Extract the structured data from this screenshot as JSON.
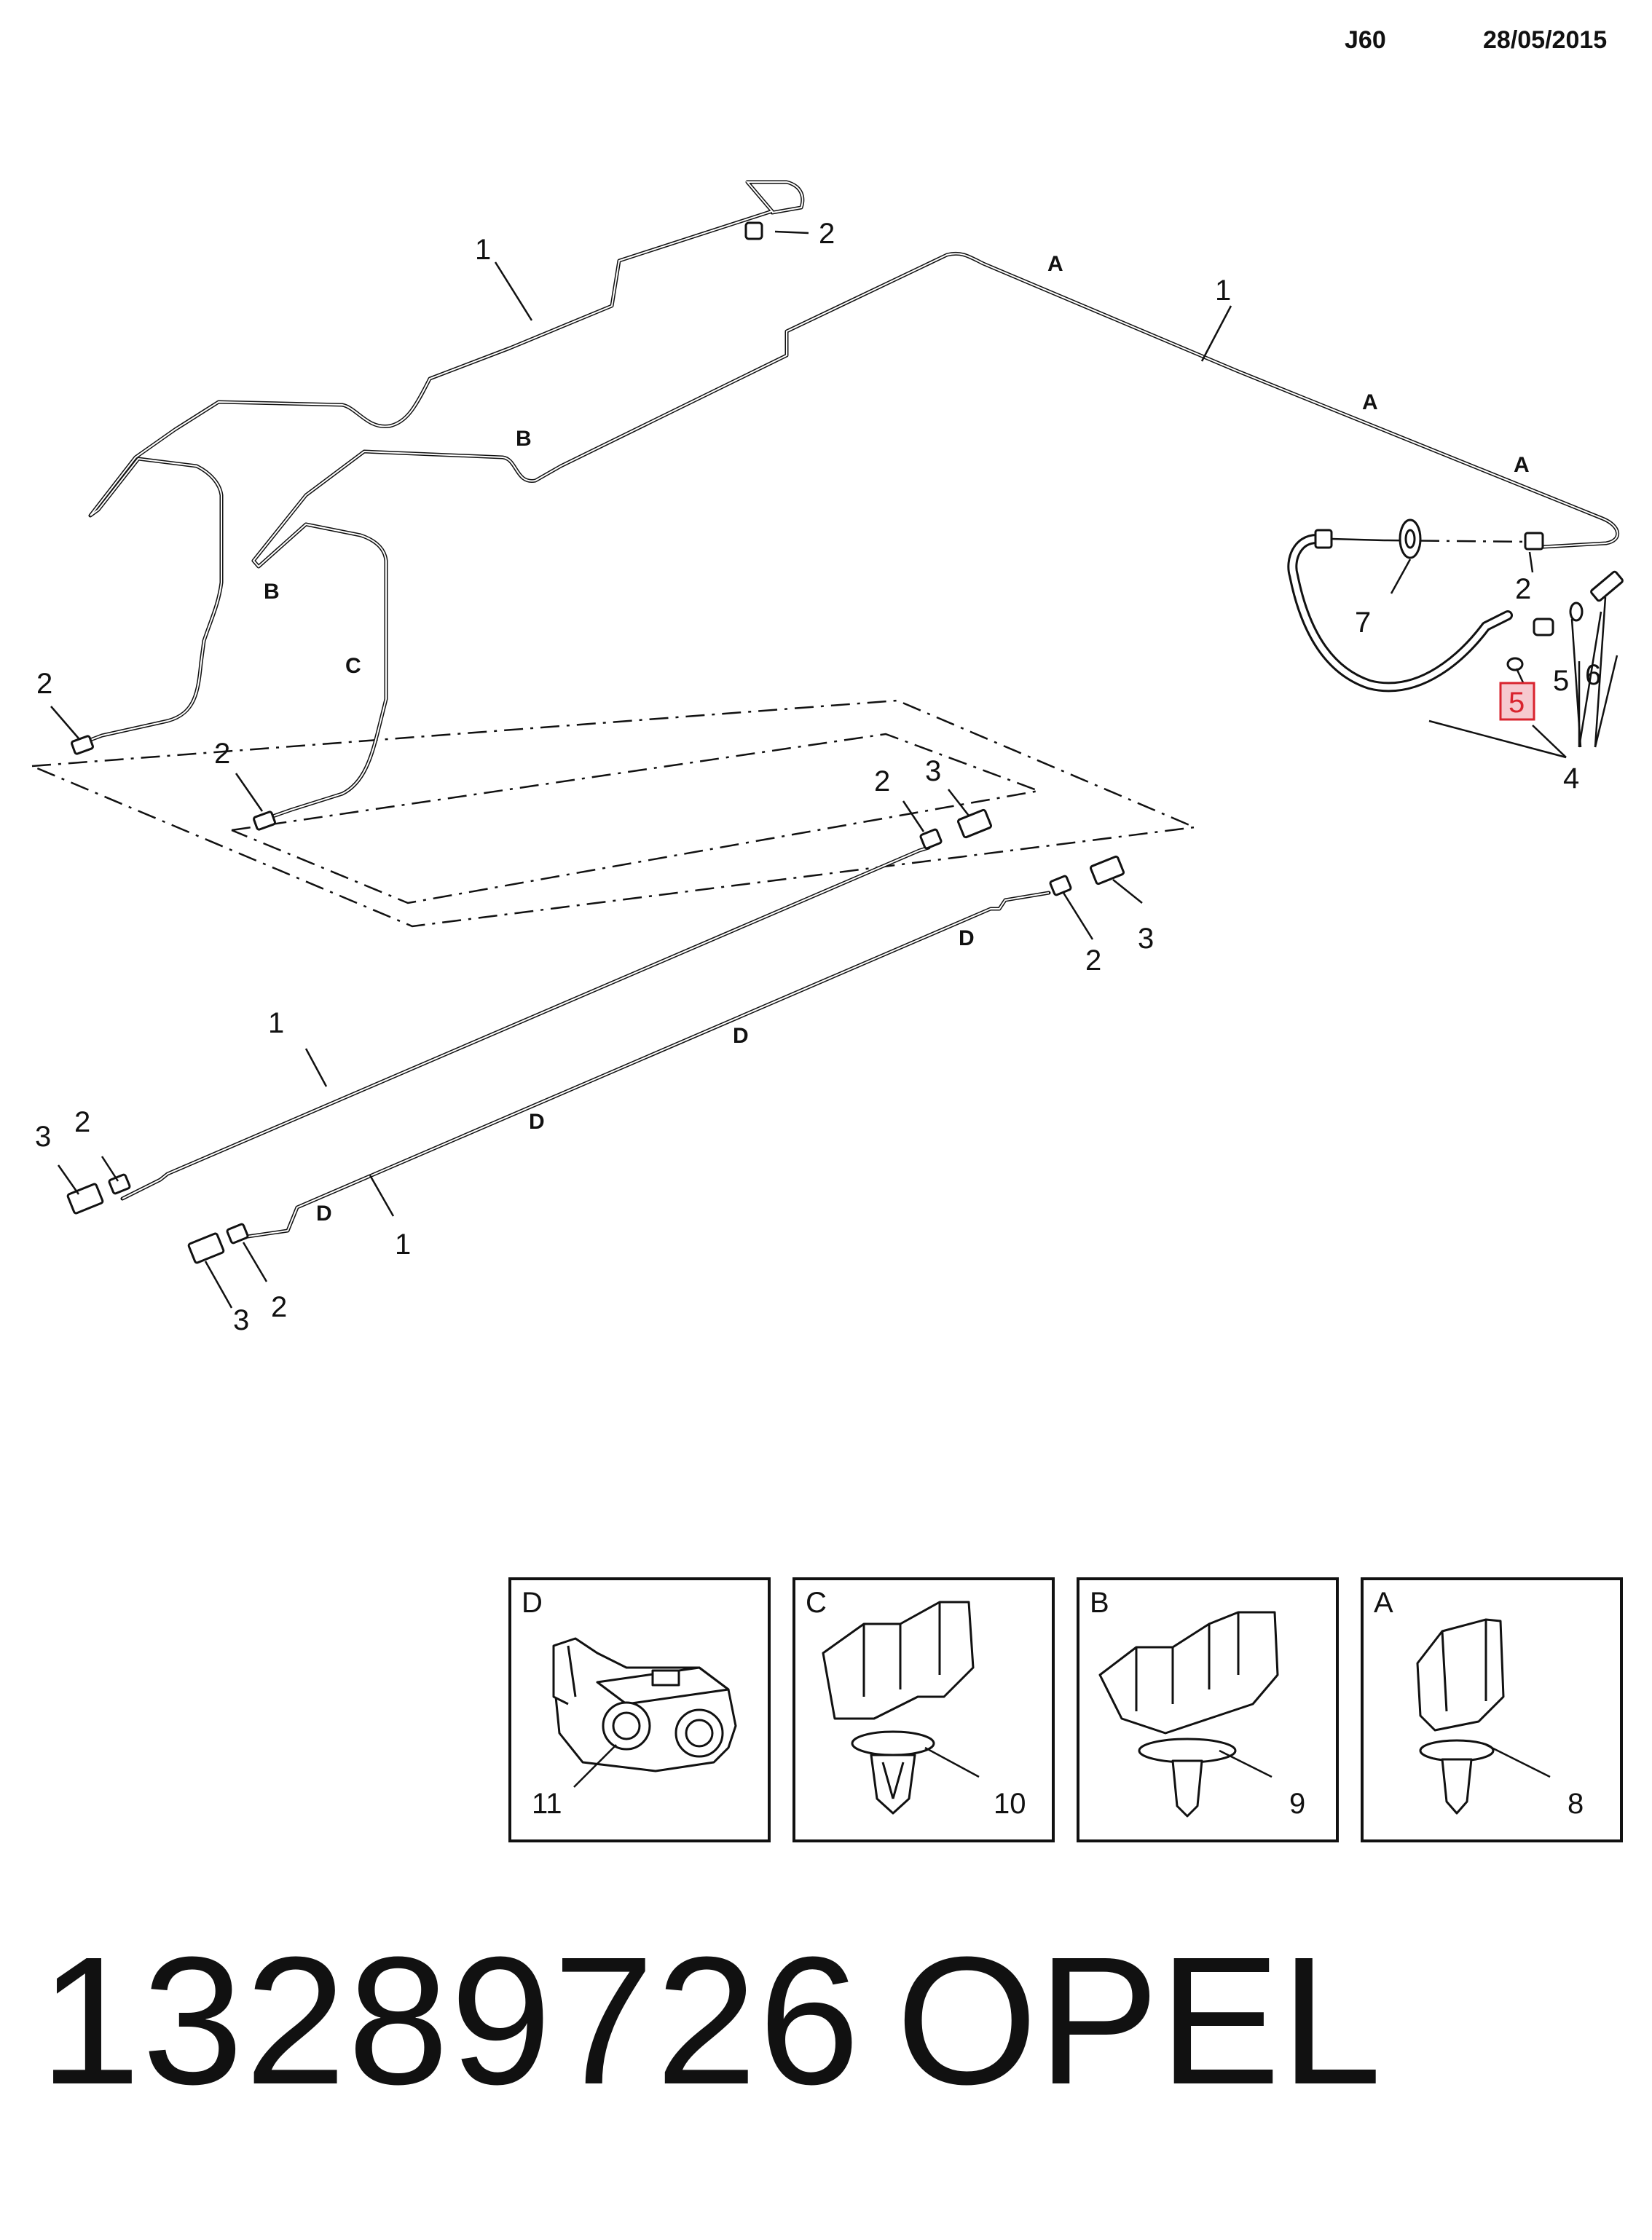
{
  "header": {
    "code": "J60",
    "date": "28/05/2015"
  },
  "callouts": {
    "c1a": "1",
    "c1b": "1",
    "c1c": "1",
    "c1d": "1",
    "c2a": "2",
    "c2b": "2",
    "c2c": "2",
    "c2d": "2",
    "c2e": "2",
    "c2f": "2",
    "c2g": "2",
    "c2h": "2",
    "c3a": "3",
    "c3b": "3",
    "c3c": "3",
    "c3d": "3",
    "c4": "4",
    "c5": "5",
    "c5h": "5",
    "c6": "6",
    "c7": "7"
  },
  "route_letters": {
    "a1": "A",
    "a2": "A",
    "a3": "A",
    "b1": "B",
    "b2": "B",
    "c1": "C",
    "d1": "D",
    "d2": "D",
    "d3": "D",
    "d4": "D"
  },
  "clip_panels": [
    {
      "letter": "D",
      "number": "11"
    },
    {
      "letter": "C",
      "number": "10"
    },
    {
      "letter": "B",
      "number": "9"
    },
    {
      "letter": "A",
      "number": "8"
    }
  ],
  "footer": {
    "part_number": "13289726",
    "brand": "OPEL"
  }
}
